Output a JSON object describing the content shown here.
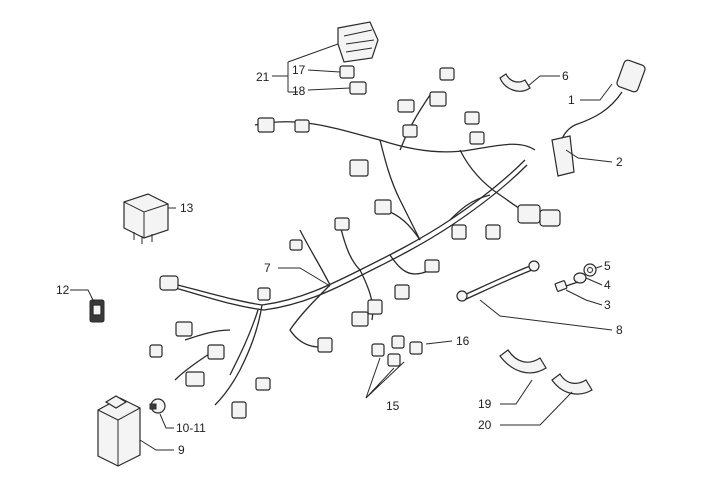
{
  "callouts": {
    "c1": "1",
    "c2": "2",
    "c3": "3",
    "c4": "4",
    "c5": "5",
    "c6": "6",
    "c7": "7",
    "c8": "8",
    "c9": "9",
    "c10_11": "10-11",
    "c12": "12",
    "c13": "13",
    "c15": "15",
    "c16": "16",
    "c17": "17",
    "c18": "18",
    "c19": "19",
    "c20": "20",
    "c21": "21"
  }
}
